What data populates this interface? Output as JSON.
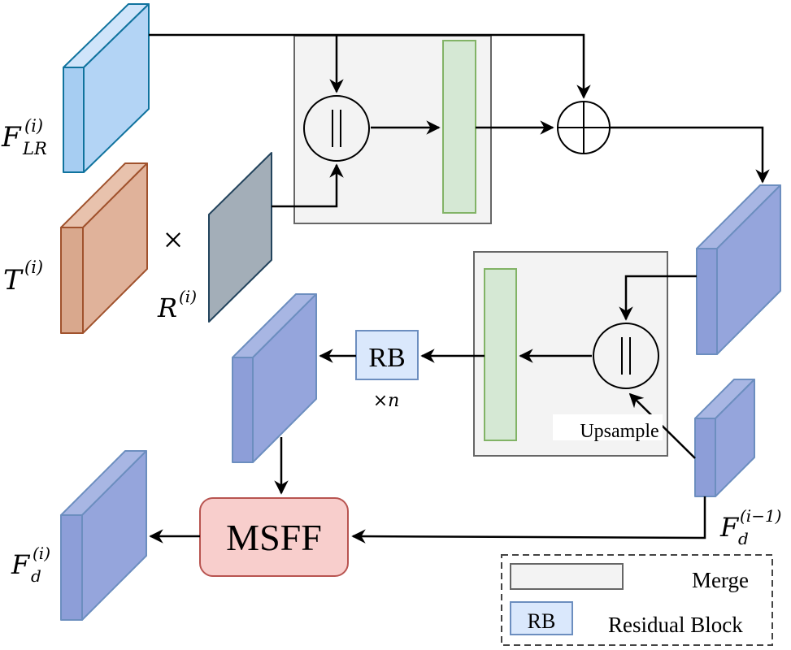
{
  "labels": {
    "f_lr_main": "F",
    "f_lr_sup": "(i)",
    "f_lr_sub": "LR",
    "t_main": "T",
    "t_sup": "(i)",
    "times": "×",
    "r_main": "R",
    "r_sup": "(i)",
    "rb": "RB",
    "times_n": "×n",
    "upsample": "Upsample",
    "msff": "MSFF",
    "f_d_prev_main": "F",
    "f_d_prev_sup": "(i−1)",
    "f_d_prev_sub": "d",
    "f_d_main": "F",
    "f_d_sup": "(i)",
    "f_d_sub": "d"
  },
  "legend": {
    "merge_label": "Merge",
    "rb_text": "RB",
    "rb_label": "Residual Block"
  },
  "colors": {
    "f_lr_block": "#b3d4f5",
    "t_block": "#e0b29a",
    "r_plane": "#a3aeb8",
    "feature_block": "#95a5dc",
    "merge_box": "#f3f3f3",
    "concat_bar": "#d5e8d4",
    "rb_box": "#dae8fc",
    "msff_box": "#f8cecc"
  }
}
